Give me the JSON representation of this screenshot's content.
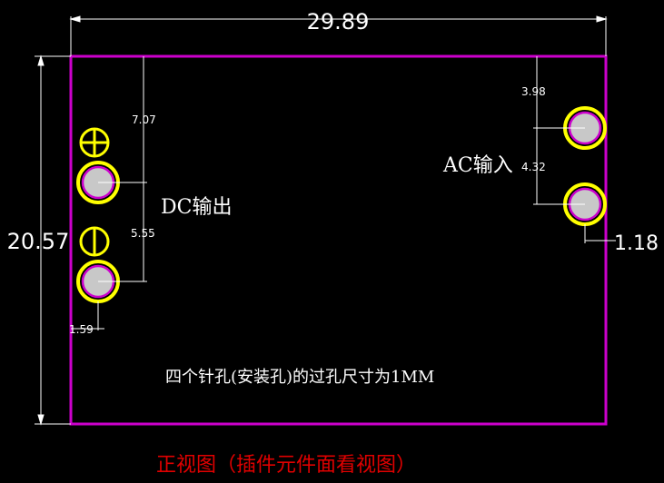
{
  "dimensions": {
    "width": "29.89",
    "height": "20.57",
    "top_right_spacing": "3.98",
    "right_pin_spacing": "4.32",
    "right_edge_offset": "1.18",
    "top_left_spacing": "7.07",
    "left_pin_spacing": "5.55",
    "left_edge_offset": "1.59"
  },
  "labels": {
    "ac_input": "AC输入",
    "dc_output": "DC输出",
    "note": "四个针孔(安装孔)的过孔尺寸为1MM",
    "caption": "正视图（插件元件面看视图）"
  },
  "colors": {
    "background": "#000000",
    "board_outline": "#cc00cc",
    "pad_ring": "#ffff00",
    "pad_outline": "#cc00cc",
    "pad_fill": "#c8c8c8",
    "dimension_lines": "#ffffff",
    "caption_text": "#e00000"
  }
}
